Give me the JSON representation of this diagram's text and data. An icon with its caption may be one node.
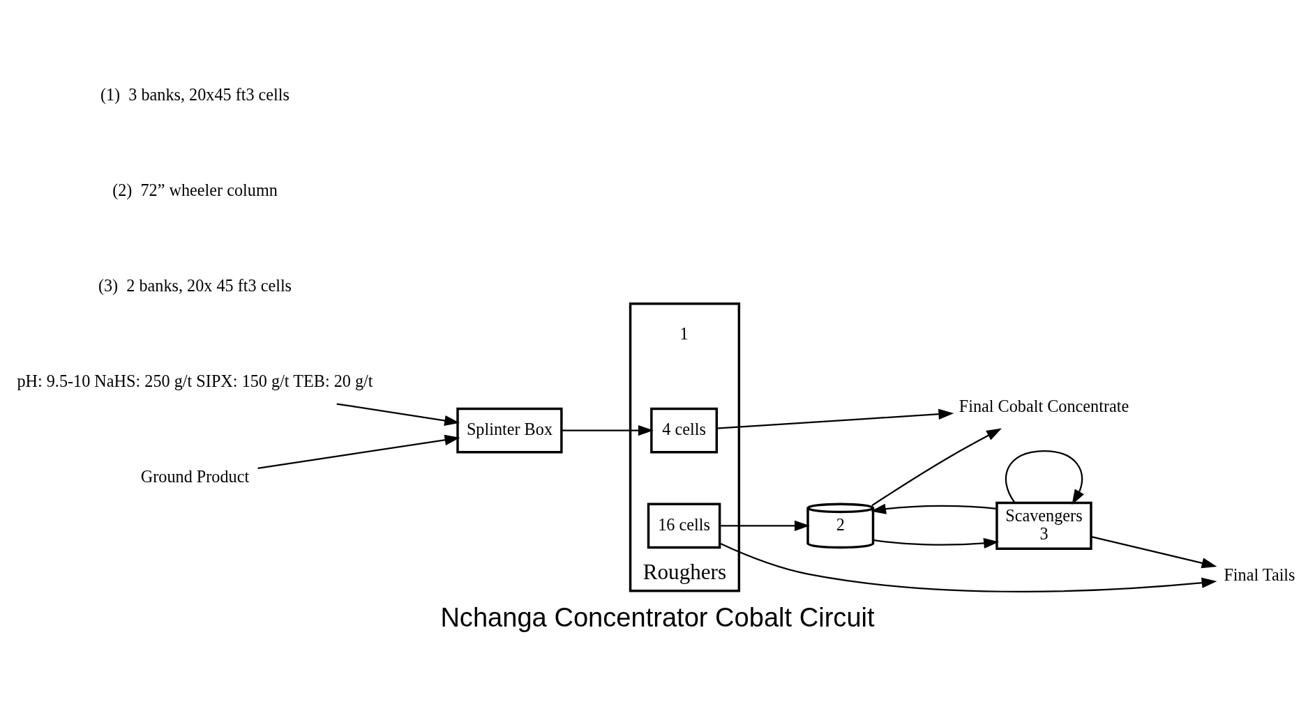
{
  "diagram": {
    "caption": "Nchanga Concentrator Cobalt Circuit",
    "nodes": [
      {
        "text": [
          "Splinter Box"
        ]
      },
      {
        "text": [
          "pH: 9.5-10 NaHS: 250 g/t SIPX: 150 g/t TEB: 20 g/t"
        ]
      },
      {
        "text": [
          "Ground Product"
        ]
      },
      {
        "text": [
          "Roughers"
        ],
        "beside": [
          "1"
        ]
      },
      {
        "text": [
          "4 cells"
        ],
        "in": 3
      },
      {
        "text": [
          "16 cells"
        ],
        "in": 3
      },
      {
        "text": [
          "Final Tails"
        ]
      },
      {
        "text": [
          "2"
        ]
      },
      {
        "text": [
          "Scavengers",
          "3"
        ]
      },
      {
        "text": [
          "Final Cobalt Concentrate"
        ]
      }
    ],
    "edges": [
      {
        "from": 2,
        "to": 0,
        "arrow": "to"
      },
      {
        "from": 1,
        "to": 0,
        "arrow": "to"
      },
      {
        "from": 0,
        "to": 4,
        "arrow": "to"
      },
      {
        "from": 5,
        "to": 6,
        "arrow": "to"
      },
      {
        "from": 4,
        "to": 9,
        "arrow": "to"
      },
      {
        "from": 5,
        "to": 7,
        "arrow": "to"
      },
      {
        "from": 8,
        "to": 7,
        "arrow": "to"
      },
      {
        "from": 7,
        "to": 9,
        "arrow": "to"
      },
      {
        "from": 7,
        "to": 8,
        "arrow": "to"
      },
      {
        "from": 8,
        "to": 8,
        "arrow": "to"
      },
      {
        "from": 8,
        "to": 6,
        "arrow": "to"
      }
    ],
    "labels": [
      "(1)  3 banks, 20x45 ft3 cells",
      "(2)  72” wheeler column",
      "(3)  2 banks, 20x 45 ft3 cells"
    ]
  }
}
